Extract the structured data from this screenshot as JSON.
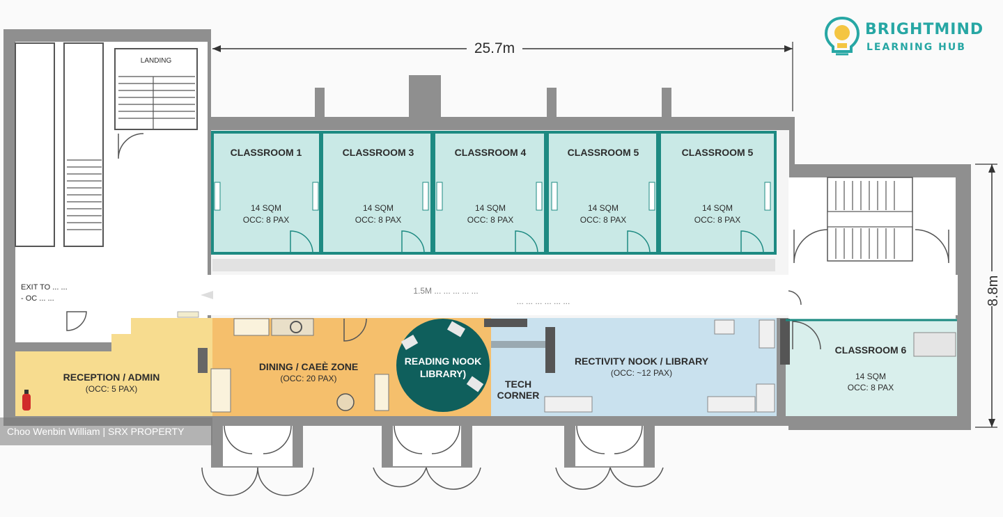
{
  "logo": {
    "line1": "BRIGHTMIND",
    "line2": "LEARNING HUB",
    "icon": "lightbulb-icon",
    "color": "#27a7a4"
  },
  "dimensions": {
    "width": "25.7m",
    "height": "8.8m"
  },
  "stairs": {
    "landing": "LANDING",
    "exit_line1": "EXIT TO ... ...",
    "exit_line2": "- OC ... ..."
  },
  "corridor": {
    "line1": "1.5M ... ... ... ... ...",
    "line2": "... ... ... ... ... ..."
  },
  "classrooms": [
    {
      "title": "CLASSROOM 1",
      "area": "14 SQM",
      "occ": "OCC: 8 PAX"
    },
    {
      "title": "CLASSROOM 3",
      "area": "14 SQM",
      "occ": "OCC: 8 PAX"
    },
    {
      "title": "CLASSROOM 4",
      "area": "14 SQM",
      "occ": "OCC: 8 PAX"
    },
    {
      "title": "CLASSROOM 5",
      "area": "14 SQM",
      "occ": "OCC: 8 PAX"
    },
    {
      "title": "CLASSROOM 5",
      "area": "14 SQM",
      "occ": "OCC: 8 PAX"
    }
  ],
  "zones": {
    "reception": {
      "title": "RECEPTION / ADMIN",
      "occ": "(OCC: 5 PAX)"
    },
    "dining": {
      "title": "DINING / CAEÈ ZONE",
      "occ": "(OCC: 20 PAX)"
    },
    "reading": {
      "line1": "READING NOOK",
      "line2": "LIBRARY)"
    },
    "tech": {
      "line1": "TECH",
      "line2": "CORNER"
    },
    "activity": {
      "title": "RECTIVITY NOOK / LIBRARY",
      "occ": "(OCC: ~12 PAX)"
    },
    "classroom_right": {
      "title": "CLASSROOM 6",
      "area": "14 SQM",
      "occ": "OCC: 8 PAX"
    }
  },
  "watermark": "Choo Wenbin William | SRX PROPERTY",
  "colors": {
    "wall": "#8f8f8f",
    "classroom": "#c9e9e6",
    "classroom_border": "#1d8a82",
    "reception": "#f7dc8f",
    "dining": "#f5bf6c",
    "reading": "#0f5f5c",
    "activity": "#c9e1ee",
    "classroom_right": "#d9efec"
  }
}
